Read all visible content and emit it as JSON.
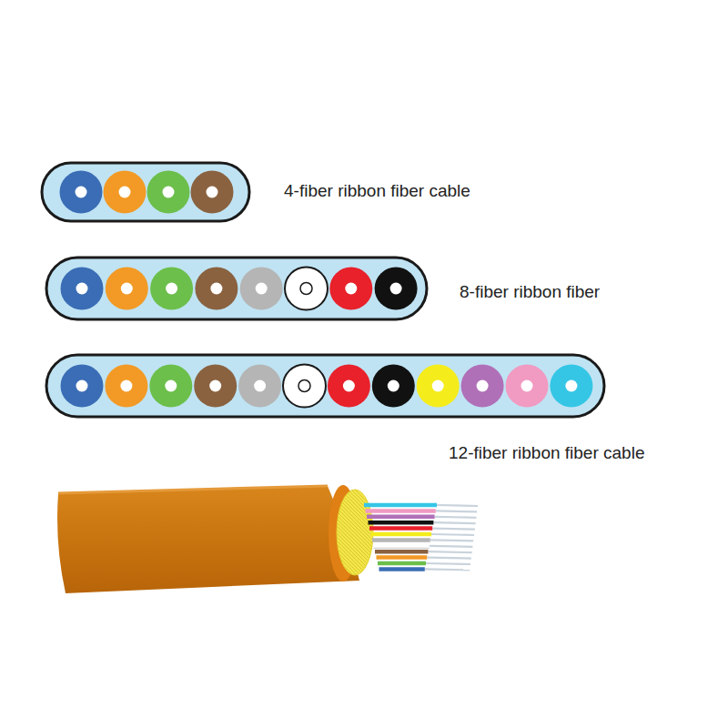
{
  "diagram": {
    "labels": [
      "4-fiber ribbon fiber cable",
      "8-fiber ribbon fiber",
      "12-fiber ribbon fiber cable"
    ]
  }
}
